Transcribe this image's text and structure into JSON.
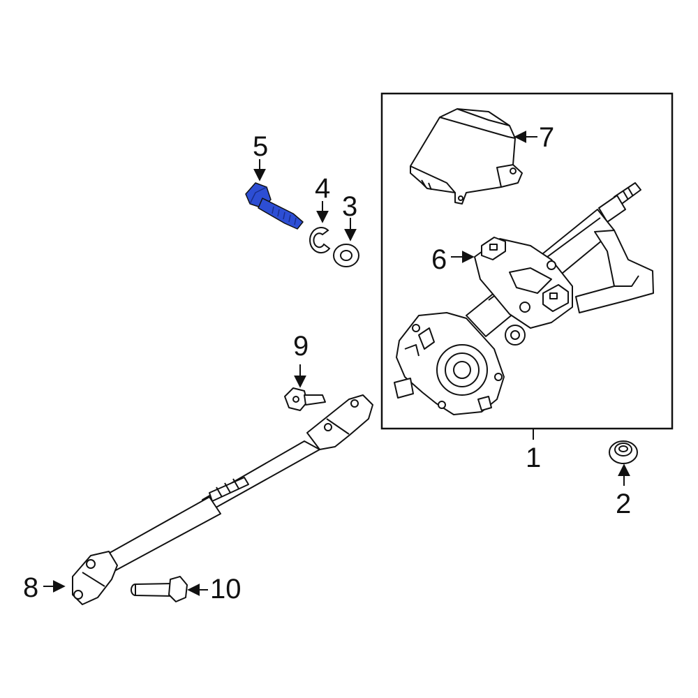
{
  "diagram": {
    "highlight_color": "#2d4ed4",
    "line_color": "#111111",
    "highlighted_part": "5",
    "callouts": [
      {
        "id": "c1",
        "label": "1"
      },
      {
        "id": "c2",
        "label": "2"
      },
      {
        "id": "c3",
        "label": "3"
      },
      {
        "id": "c4",
        "label": "4"
      },
      {
        "id": "c5",
        "label": "5"
      },
      {
        "id": "c6",
        "label": "6"
      },
      {
        "id": "c7",
        "label": "7"
      },
      {
        "id": "c8",
        "label": "8"
      },
      {
        "id": "c9",
        "label": "9"
      },
      {
        "id": "c10",
        "label": "10"
      }
    ]
  }
}
